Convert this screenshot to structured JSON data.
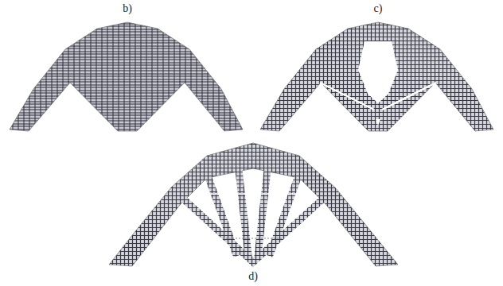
{
  "diagram": {
    "labels": [
      "b)",
      "c)",
      "d)"
    ]
  }
}
